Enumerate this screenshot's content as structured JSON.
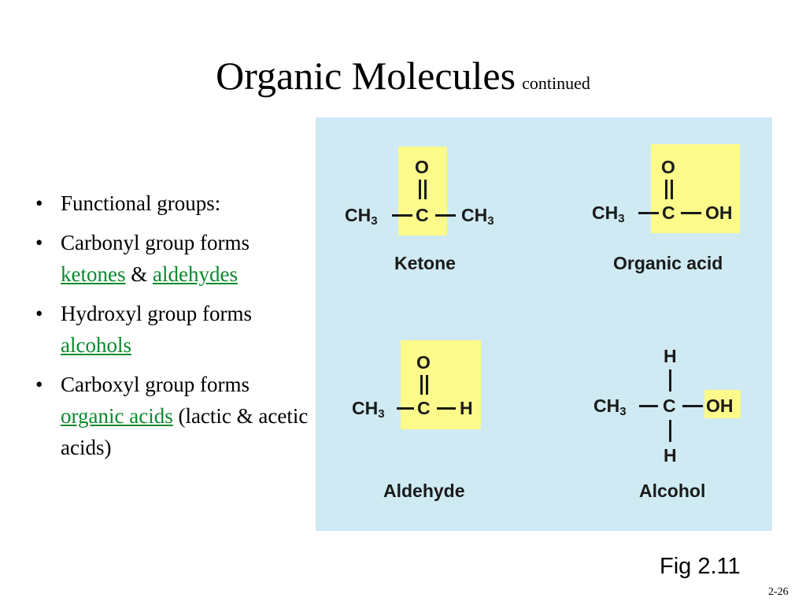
{
  "slide": {
    "title": "Organic Molecules",
    "title_suffix": "continued",
    "slide_number": "2-26",
    "figure_label": "Fig 2.11"
  },
  "bullets": [
    {
      "text": "Functional groups:"
    },
    {
      "lead": "Carbonyl group forms",
      "link1": "ketones",
      "mid": "&",
      "link2": "aldehydes"
    },
    {
      "lead": "Hydroxyl group forms",
      "link1": "alcohols"
    },
    {
      "lead": "Carboxyl group forms",
      "link1": "organic acids",
      "tail": "(lactic & acetic acids)"
    }
  ],
  "figure": {
    "colors": {
      "background": "#cfeaf2",
      "highlight": "#fbfa8a",
      "link": "#0a8a2e"
    },
    "atoms": {
      "O": "O",
      "C": "C",
      "H": "H",
      "OH": "OH",
      "CH": "CH",
      "sub3": "3"
    },
    "labels": {
      "ketone": "Ketone",
      "organic_acid": "Organic acid",
      "aldehyde": "Aldehyde",
      "alcohol": "Alcohol"
    }
  }
}
